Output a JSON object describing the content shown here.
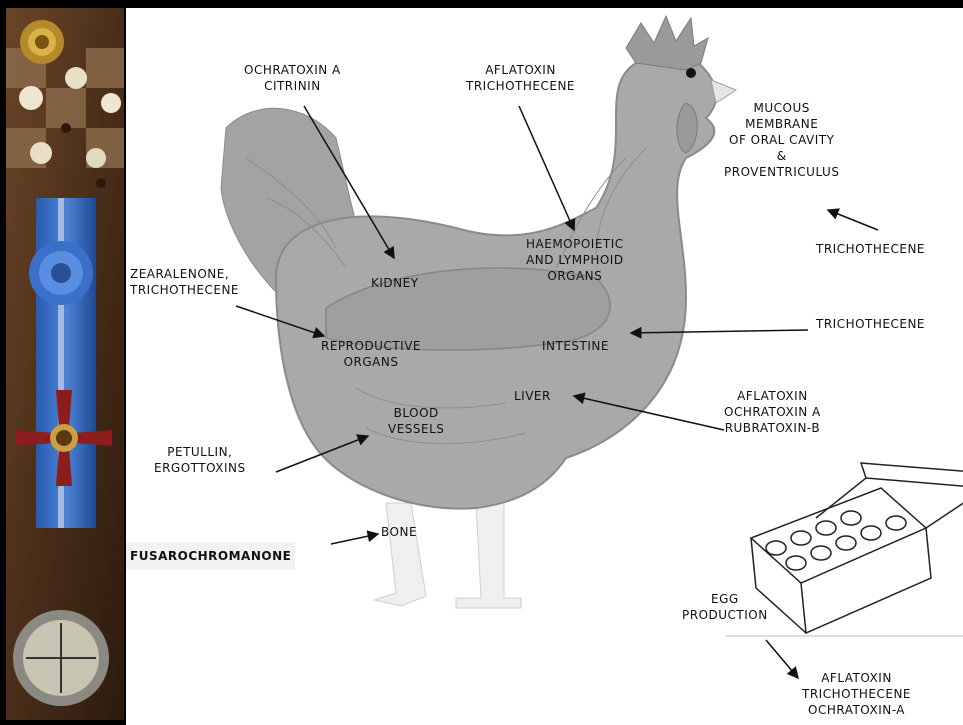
{
  "labels": {
    "ochratoxin_citrinin": [
      "OCHRATOXIN A",
      "CITRININ"
    ],
    "aflatoxin_trichothecene_top": [
      "AFLATOXIN",
      "TRICHOTHECENE"
    ],
    "mucous_membrane": [
      "MUCOUS",
      "MEMBRANE",
      "OF ORAL CAVITY",
      "&",
      "PROVENTRICULUS"
    ],
    "trichothecene_right_1": "TRICHOTHECENE",
    "zearalenone": [
      "ZEARALENONE,",
      "TRICHOTHECENE"
    ],
    "kidney": "KIDNEY",
    "haemopoietic": [
      "HAEMOPOIETIC",
      "AND LYMPHOID",
      "ORGANS"
    ],
    "trichothecene_right_2": "TRICHOTHECENE",
    "reproductive": [
      "REPRODUCTIVE",
      "ORGANS"
    ],
    "intestine": "INTESTINE",
    "liver": "LIVER",
    "aflatoxin_ochratoxin_rubratoxin": [
      "AFLATOXIN",
      "OCHRATOXIN A",
      "RUBRATOXIN-B"
    ],
    "blood_vessels": [
      "BLOOD",
      "VESSELS"
    ],
    "petullin": [
      "PETULLIN,",
      "ERGOTTOXINS"
    ],
    "bone": "BONE",
    "fusarochromanone": "FUSAROCHROMANONE",
    "egg_production": [
      "EGG",
      "PRODUCTION"
    ],
    "aflatoxin_bottom": [
      "AFLATOXIN",
      "TRICHOTHECENE",
      "OCHRATOXIN-A"
    ]
  },
  "colors": {
    "hen_body": "#a9a9a9",
    "hen_outline": "#8a8a8a",
    "comb": "#9a9a9a",
    "arrow": "#111111",
    "sidebar_blue": "#2c5ca8"
  }
}
